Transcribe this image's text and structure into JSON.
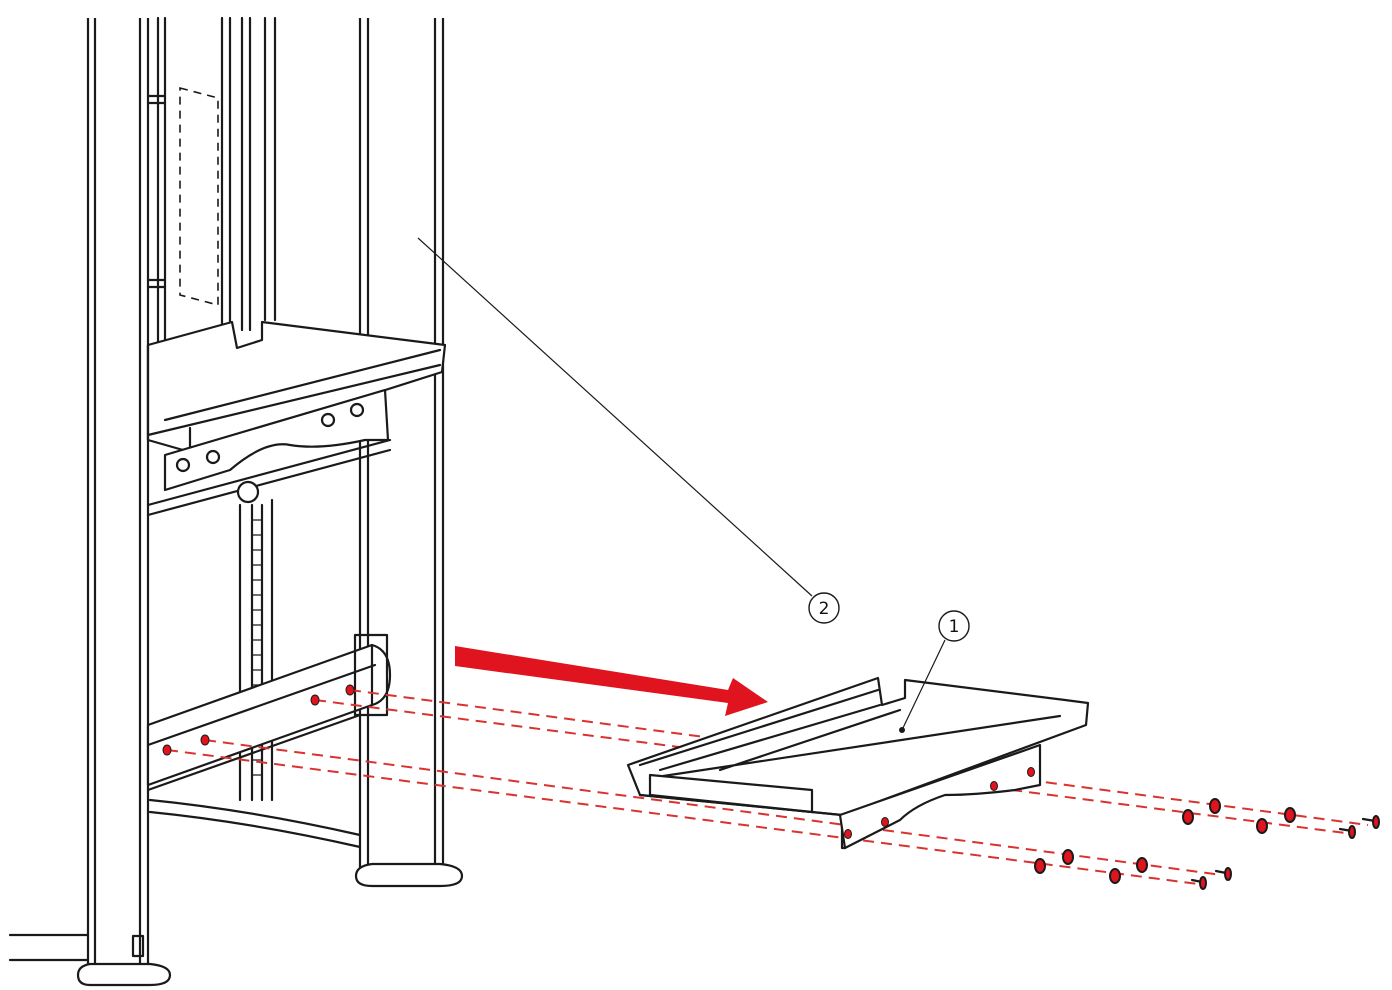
{
  "diagram": {
    "callouts": [
      {
        "id": "1",
        "label": "1"
      },
      {
        "id": "2",
        "label": "2"
      }
    ],
    "colors": {
      "line": "#1a1a1a",
      "highlight": "#e0141e",
      "fastener_guide": "#d9332f",
      "background": "#ffffff"
    },
    "arrow_direction": "right-down",
    "fastener_count": 8
  }
}
